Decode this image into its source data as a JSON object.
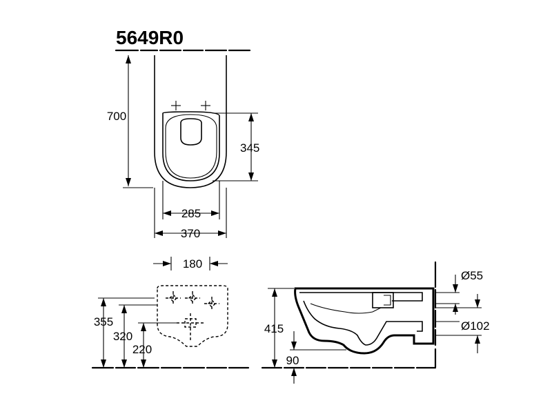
{
  "title": "5649R0",
  "top_view": {
    "length": "700",
    "seat_to_back": "345",
    "inner_width": "285",
    "outer_width": "370"
  },
  "front_view": {
    "fixing_distance": "180",
    "height_355": "355",
    "height_320": "320",
    "height_220": "220"
  },
  "side_view": {
    "height_415": "415",
    "outlet_height": "90",
    "inlet_diameter": "Ø55",
    "outlet_diameter": "Ø102"
  }
}
